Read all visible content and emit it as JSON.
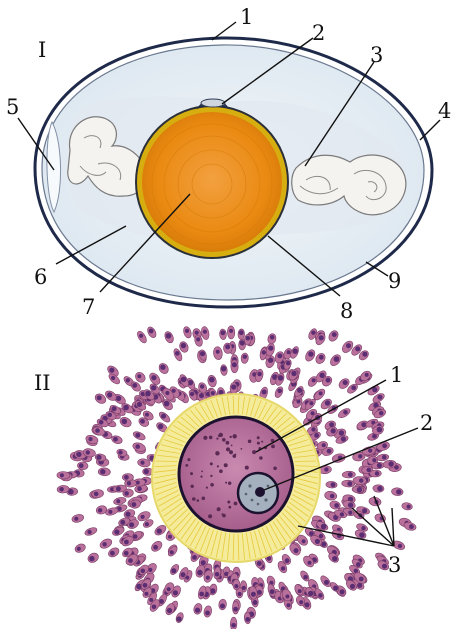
{
  "panel_I": {
    "roman": "I",
    "labels": {
      "1": "1",
      "2": "2",
      "3": "3",
      "4": "4",
      "5": "5",
      "6": "6",
      "7": "7",
      "8": "8",
      "9": "9"
    }
  },
  "panel_II": {
    "roman": "II",
    "labels": {
      "1": "1",
      "2": "2",
      "3": "3"
    }
  },
  "colors": {
    "shell": "#1f2a4a",
    "albumen": "#e4edf4",
    "chalaza": "#f3f1ee",
    "yolk_outer": "#c9a200",
    "yolk_inner": "#ec8a10",
    "cell_pink": "#b9709a",
    "cell_dark": "#5b2d72",
    "zona": "#f4ec9a",
    "cytoplasm": "#b06a97",
    "nucleus": "#9aa7b6"
  }
}
